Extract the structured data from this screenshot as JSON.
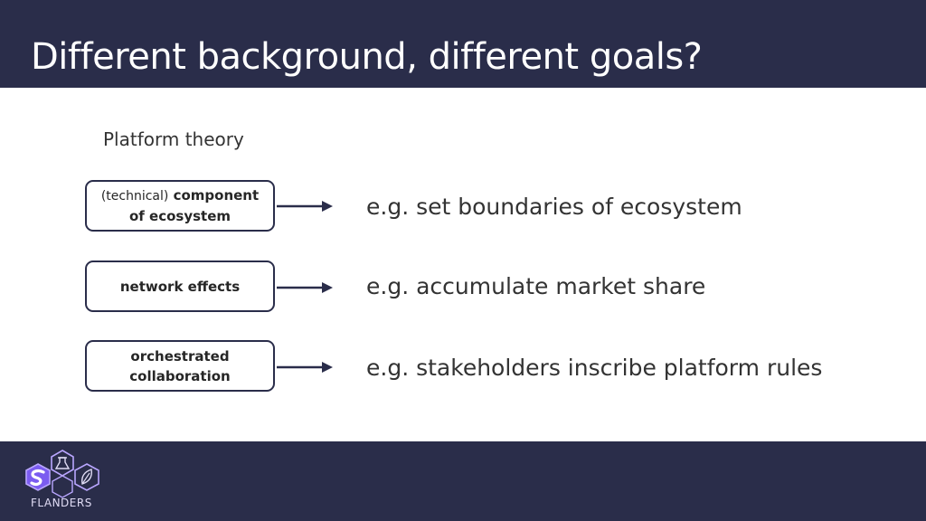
{
  "slide": {
    "title": "Different background, different goals?",
    "section_label": "Platform theory"
  },
  "rows": [
    {
      "box_line1_prefix": "(technical)",
      "box_line1_rest": " component",
      "box_line2": "of ecosystem",
      "example": "e.g. set boundaries of ecosystem"
    },
    {
      "box_line1": "network effects",
      "example": "e.g. accumulate market share"
    },
    {
      "box_line1": "orchestrated",
      "box_line2": "collaboration",
      "example": "e.g. stakeholders inscribe platform rules"
    }
  ],
  "footer": {
    "logo_text": "FLANDERS",
    "logo_icons": [
      "s-letter-icon",
      "lab-flask-icon",
      "leaf-icon"
    ]
  },
  "colors": {
    "navy": "#2a2d4a",
    "logo_purple": "#7b5cf0",
    "logo_light": "#b9a6ff"
  }
}
